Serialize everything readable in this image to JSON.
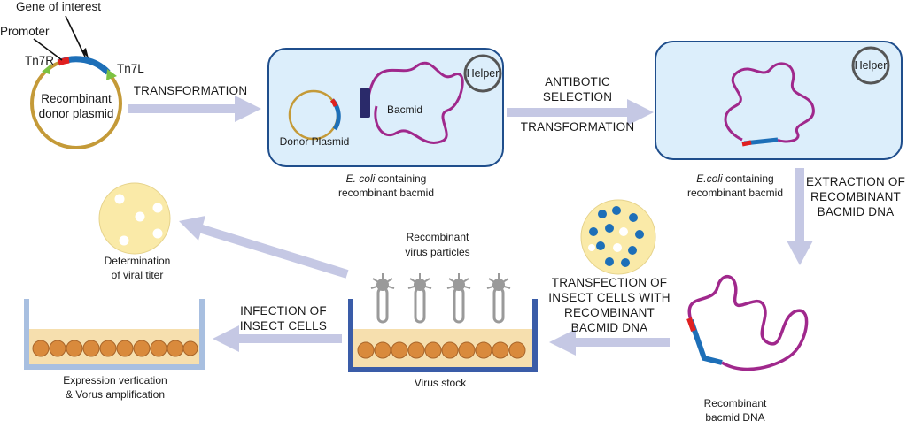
{
  "plasmid": {
    "gene_of_interest": "Gene of interest",
    "promoter": "Promoter",
    "tn7r": "Tn7R",
    "tn7l": "Tn7L",
    "name_line1": "Recombinant",
    "name_line2": "donor plasmid"
  },
  "steps": {
    "transformation_1": "TRANSFORMATION",
    "antibiotic_line1": "ANTIBOTIC",
    "antibiotic_line2": "SELECTION",
    "transformation_2": "TRANSFORMATION",
    "extraction_line1": "EXTRACTION OF",
    "extraction_line2": "RECOMBINANT",
    "extraction_line3": "BACMID DNA",
    "transfection_line1": "TRANSFECTION OF",
    "transfection_line2": "INSECT CELLS WITH",
    "transfection_line3": "RECOMBINANT",
    "transfection_line4": "BACMID DNA",
    "infection_line1": "INFECTION OF",
    "infection_line2": "INSECT CELLS"
  },
  "ecoli_1": {
    "donor_plasmid": "Donor Plasmid",
    "bacmid": "Bacmid",
    "helper": "Helper",
    "caption_italic": "E. coli",
    "caption_rest": " containing",
    "caption_line2": "recombinant bacmid"
  },
  "ecoli_2": {
    "helper": "Helper",
    "caption_italic": "E.coli",
    "caption_rest": " containing",
    "caption_line2": "recombinant bacmid"
  },
  "bacmid_dna": {
    "caption_line1": "Recombinant",
    "caption_line2": "bacmid DNA"
  },
  "virus_stock": {
    "particles_line1": "Recombinant",
    "particles_line2": "virus particles",
    "caption": "Virus stock"
  },
  "titer": {
    "caption_line1": "Determination",
    "caption_line2": "of viral titer"
  },
  "expression": {
    "caption_line1": "Expression verfication",
    "caption_line2": "& Vorus amplification"
  },
  "colors": {
    "arrow": "#c5c8e4",
    "ecoli_fill": "#dceefb",
    "ecoli_stroke": "#1f4e8c",
    "bacmid_purple": "#a0288c",
    "insert_blue": "#1d6fb8",
    "insert_red": "#e02020",
    "tn7_green": "#7cc242",
    "plasmid_ring": "#c49a38",
    "dish_blue": "#3a5ca8",
    "dish_light": "#a8bfe0",
    "cell_orange": "#d98a3c",
    "medium": "#f6dfae",
    "plaque_yellow": "#faeaa8",
    "virus_grey": "#9a9a9a"
  }
}
